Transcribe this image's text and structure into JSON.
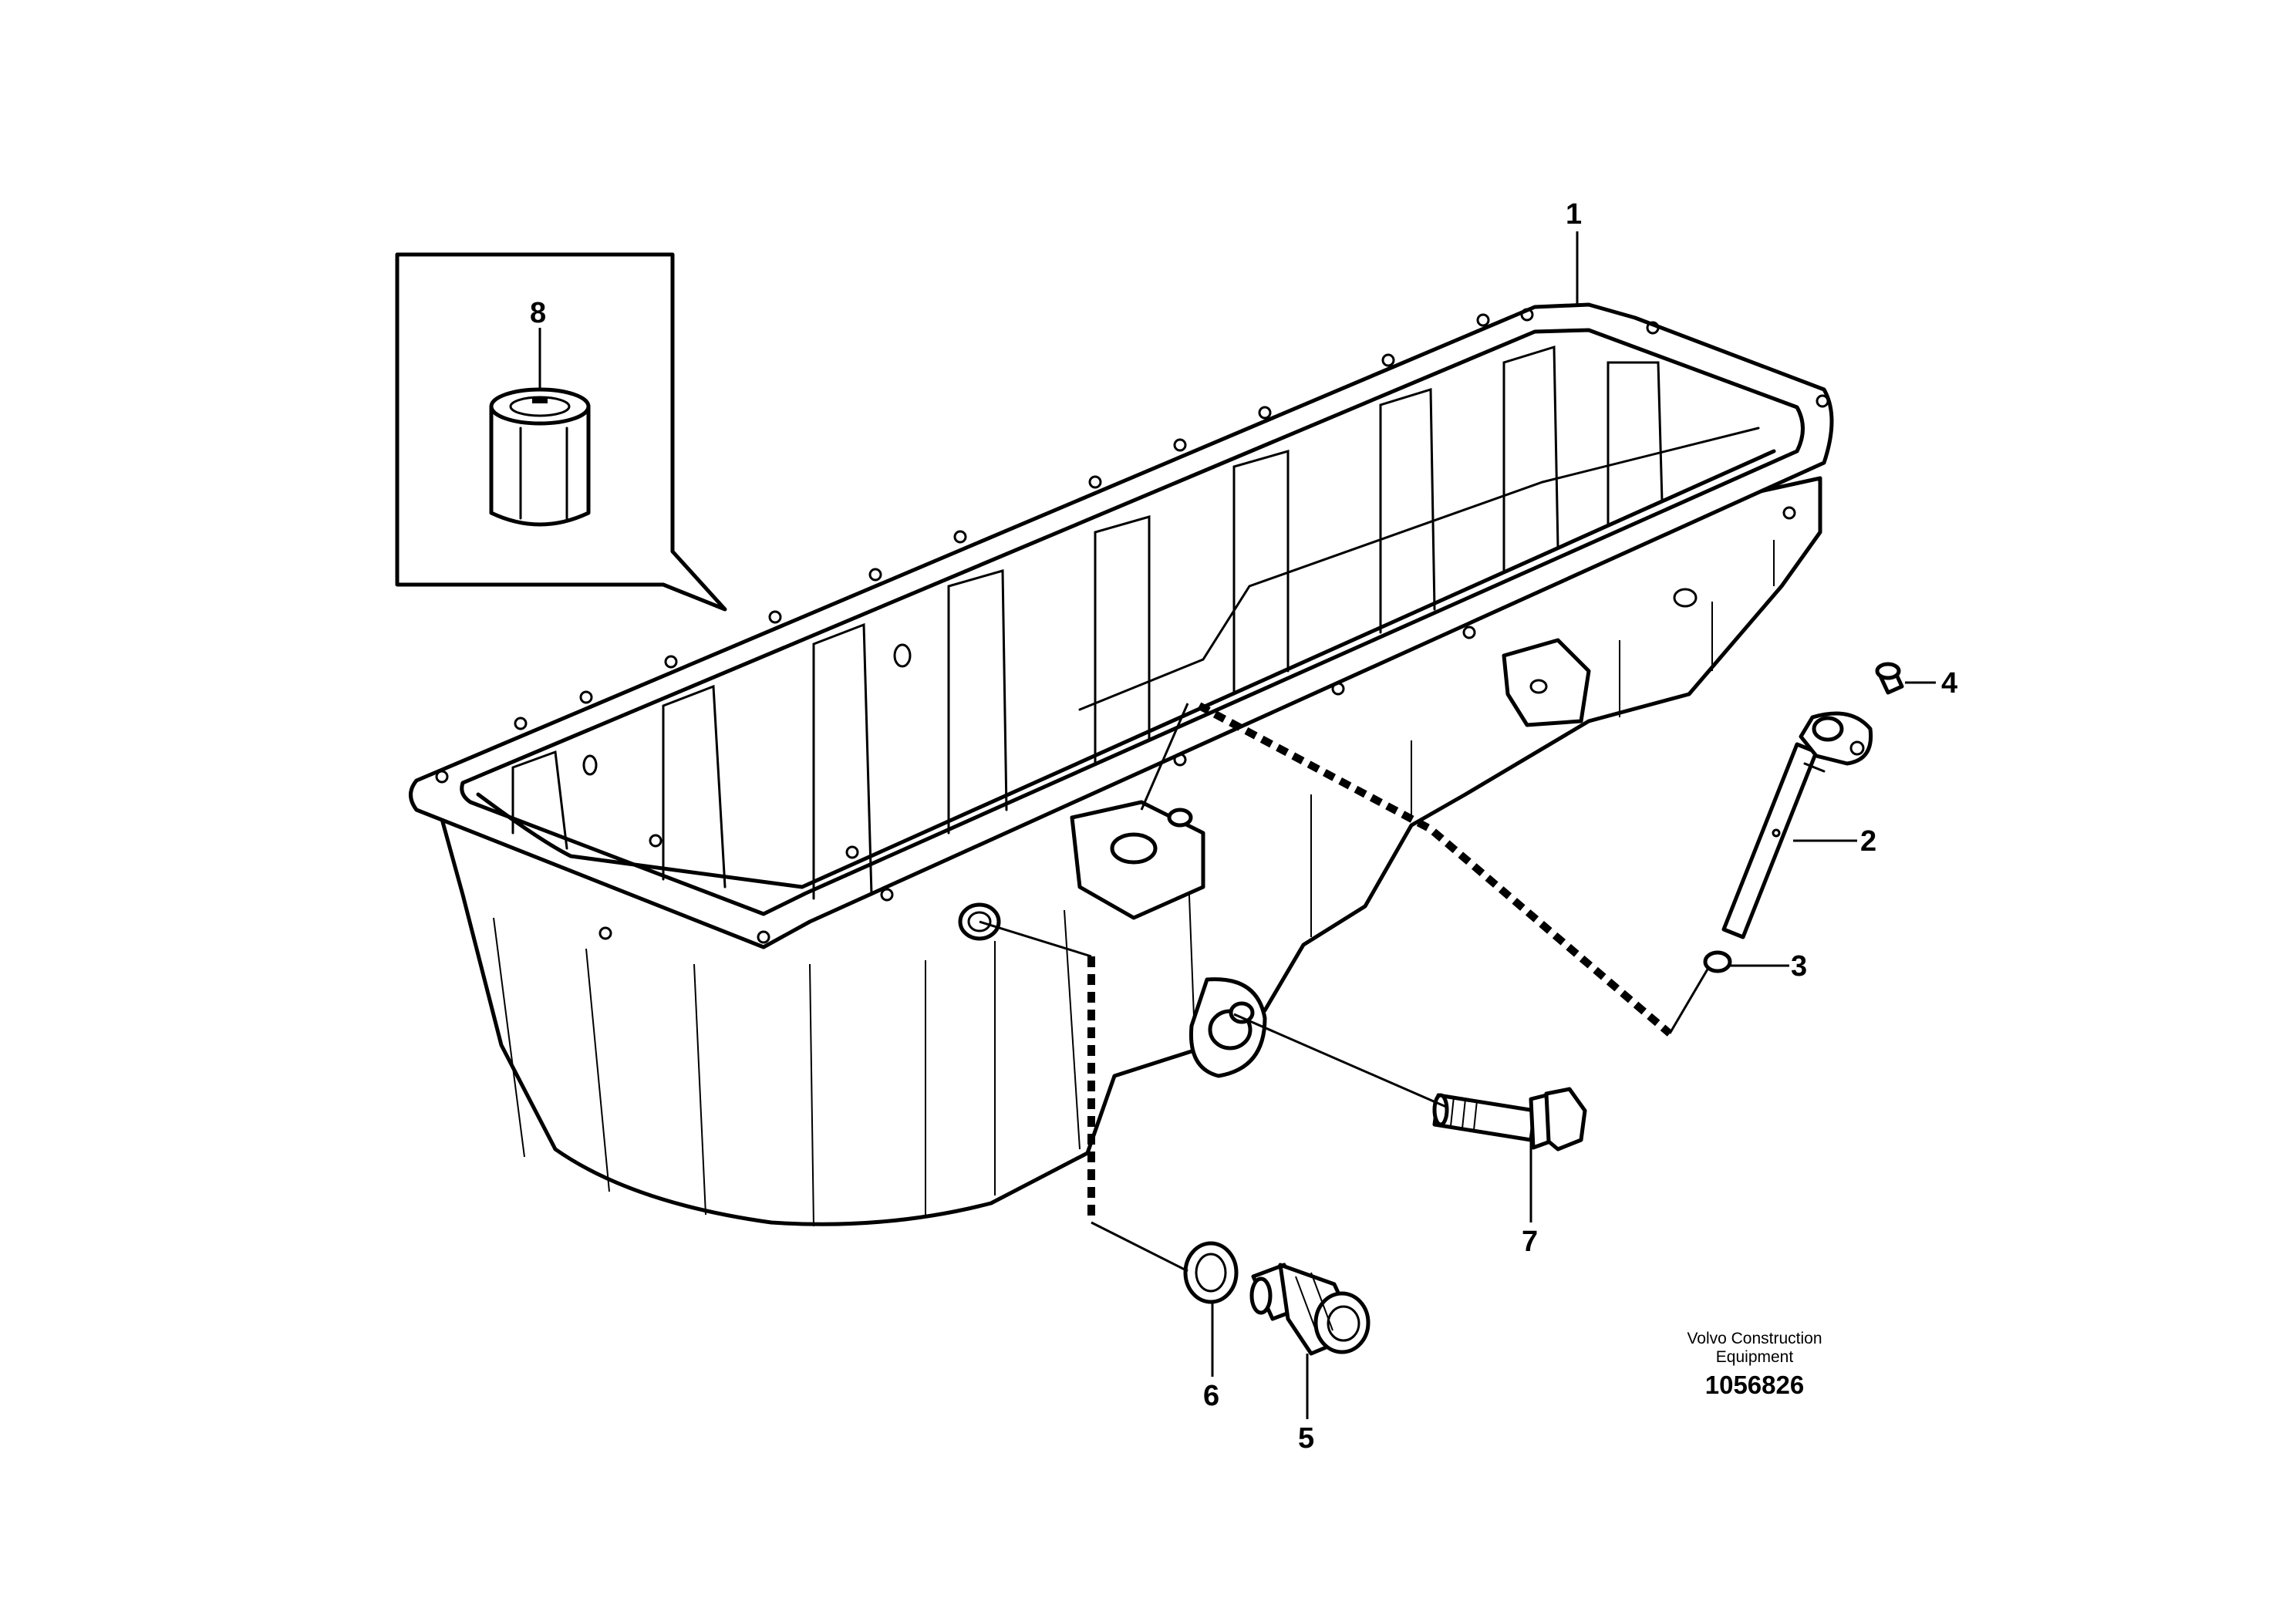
{
  "callouts": {
    "c1": "1",
    "c2": "2",
    "c3": "3",
    "c4": "4",
    "c5": "5",
    "c6": "6",
    "c7": "7",
    "c8": "8"
  },
  "brand": {
    "line1": "Volvo Construction",
    "line2": "Equipment"
  },
  "document_number": "1056826"
}
